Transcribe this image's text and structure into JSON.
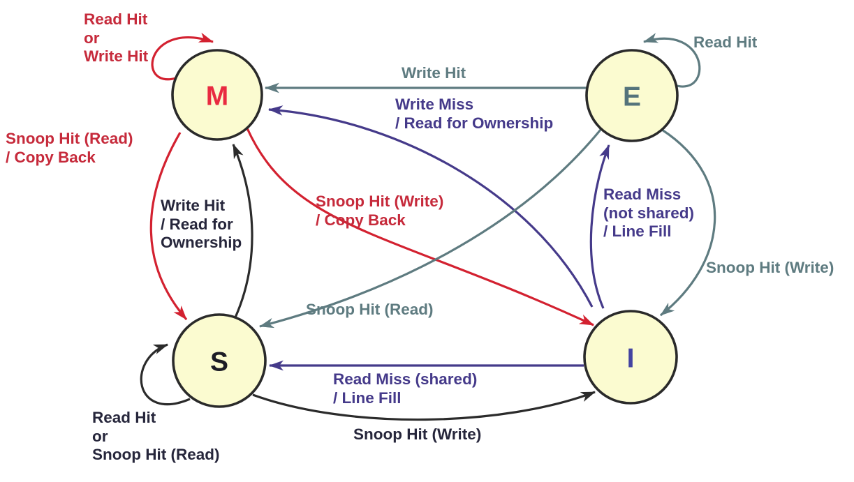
{
  "diagram": {
    "type": "state-transition-diagram",
    "title": "MESI cache coherence protocol state diagram",
    "nodes": [
      {
        "id": "M",
        "label": "M"
      },
      {
        "id": "E",
        "label": "E"
      },
      {
        "id": "S",
        "label": "S"
      },
      {
        "id": "I",
        "label": "I"
      }
    ],
    "edges": [
      {
        "from": "M",
        "to": "M",
        "label": "Read Hit\nor\nWrite Hit",
        "color": "red"
      },
      {
        "from": "E",
        "to": "M",
        "label": "Write Hit",
        "color": "gray"
      },
      {
        "from": "I",
        "to": "M",
        "label": "Write Miss\n/ Read for Ownership",
        "color": "purple"
      },
      {
        "from": "E",
        "to": "E",
        "label": "Read Hit",
        "color": "gray"
      },
      {
        "from": "M",
        "to": "S",
        "label": "Snoop Hit (Read)\n/ Copy Back",
        "color": "red"
      },
      {
        "from": "S",
        "to": "M",
        "label": "Write Hit\n/ Read for\nOwnership",
        "color": "dark"
      },
      {
        "from": "M",
        "to": "I",
        "label": "Snoop Hit (Write)\n/ Copy Back",
        "color": "red"
      },
      {
        "from": "I",
        "to": "E",
        "label": "Read Miss\n(not shared)\n/ Line Fill",
        "color": "purple"
      },
      {
        "from": "E",
        "to": "I",
        "label": "Snoop Hit (Write)",
        "color": "gray"
      },
      {
        "from": "E",
        "to": "S",
        "label": "Snoop Hit (Read)",
        "color": "gray"
      },
      {
        "from": "I",
        "to": "S",
        "label": "Read Miss (shared)\n/ Line Fill",
        "color": "purple"
      },
      {
        "from": "S",
        "to": "S",
        "label": "Read Hit\nor\nSnoop Hit (Read)",
        "color": "dark"
      },
      {
        "from": "S",
        "to": "I",
        "label": "Snoop Hit (Write)",
        "color": "dark"
      }
    ]
  },
  "colors": {
    "red": "#c62a3b",
    "red_arrow": "#d32130",
    "gray": "#5e7b80",
    "purple": "#453a8a",
    "dark": "#26263b",
    "black_arrow": "#2b2b2b",
    "node_fill": "#fbfbd0",
    "node_stroke": "#2a2a2a",
    "m_letter": "#e92a40",
    "e_letter": "#54737b",
    "s_letter": "#1c1c26",
    "i_letter": "#4343a1",
    "bg": "#ffffff"
  }
}
